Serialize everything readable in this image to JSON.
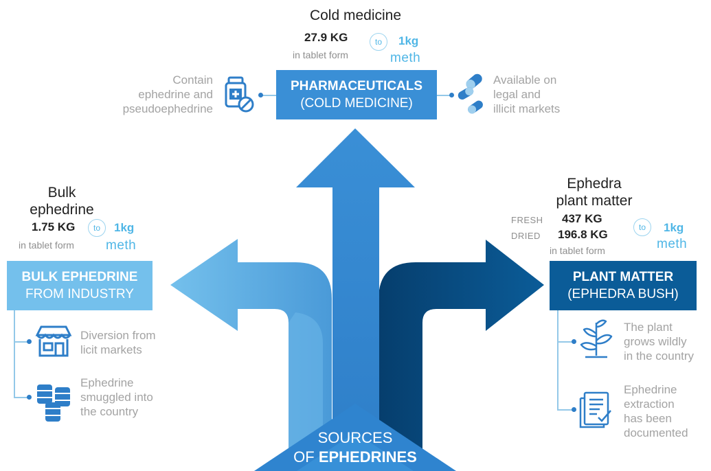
{
  "top": {
    "title": "Cold medicine",
    "kg": "27.9 KG",
    "form": "in tablet form",
    "to": "to",
    "meth_amount": "1kg",
    "meth_label": "meth",
    "box_line1": "PHARMACEUTICALS",
    "box_line2": "(COLD MEDICINE)",
    "left_note": [
      "Contain",
      "ephedrine and",
      "pseudoephedrine"
    ],
    "right_note": [
      "Available on",
      "legal and",
      "illicit markets"
    ]
  },
  "left": {
    "title": [
      "Bulk",
      "ephedrine"
    ],
    "kg": "1.75 KG",
    "form": "in tablet form",
    "to": "to",
    "meth_amount": "1kg",
    "meth_label": "meth",
    "box_line1": "BULK EPHEDRINE",
    "box_line2": "FROM INDUSTRY",
    "notes": [
      [
        "Diversion from",
        "licit markets"
      ],
      [
        "Ephedrine",
        "smuggled into",
        "the country"
      ]
    ]
  },
  "right": {
    "title": [
      "Ephedra",
      "plant matter"
    ],
    "fresh_label": "FRESH",
    "fresh_kg": "437 KG",
    "dried_label": "DRIED",
    "dried_kg": "196.8 KG",
    "form": "in tablet form",
    "to": "to",
    "meth_amount": "1kg",
    "meth_label": "meth",
    "box_line1": "PLANT MATTER",
    "box_line2": "(EPHEDRA BUSH)",
    "notes": [
      [
        "The plant",
        "grows wildly",
        "in the country"
      ],
      [
        "Ephedrine",
        "extraction",
        "has been",
        "documented"
      ]
    ]
  },
  "bottom": {
    "line1": "SOURCES",
    "line2_prefix": "OF",
    "line2_bold": "EPHEDRINES"
  },
  "colors": {
    "top_arrow": "#3a8fd6",
    "left_arrow": "#74c0ec",
    "right_arrow": "#0b5c98",
    "top_box": "#3a8fd6",
    "left_box": "#74c0ec",
    "right_box": "#0b5c98",
    "connector": "#93c8e8"
  }
}
